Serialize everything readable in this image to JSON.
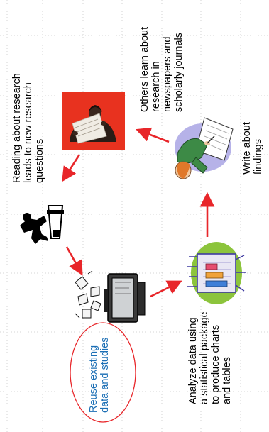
{
  "labels": {
    "reading": [
      "Reading about research",
      "leads to new research",
      "questions"
    ],
    "others": [
      "Others learn about",
      "research in",
      "newspapers and",
      "scholarly journals"
    ],
    "write": [
      "Write about",
      "findings"
    ],
    "reuse": [
      "Reuse existing",
      "data and studies"
    ],
    "analyze": [
      "Analyze data using",
      "a statistical package",
      "to produce charts",
      "and tables"
    ]
  },
  "colors": {
    "arrow": "#e8262a",
    "ellipse": "#e8262a",
    "reuse_text": "#1c6fb5",
    "grid": "#c9c9c9",
    "red_panel": "#e8321f"
  },
  "icons": {
    "reading_person": "woman-reading-newspaper-icon",
    "researcher": "person-at-lectern-icon",
    "computer": "computer-with-papers-icon",
    "chart": "statistics-chart-icon",
    "writer": "man-writing-icon"
  }
}
